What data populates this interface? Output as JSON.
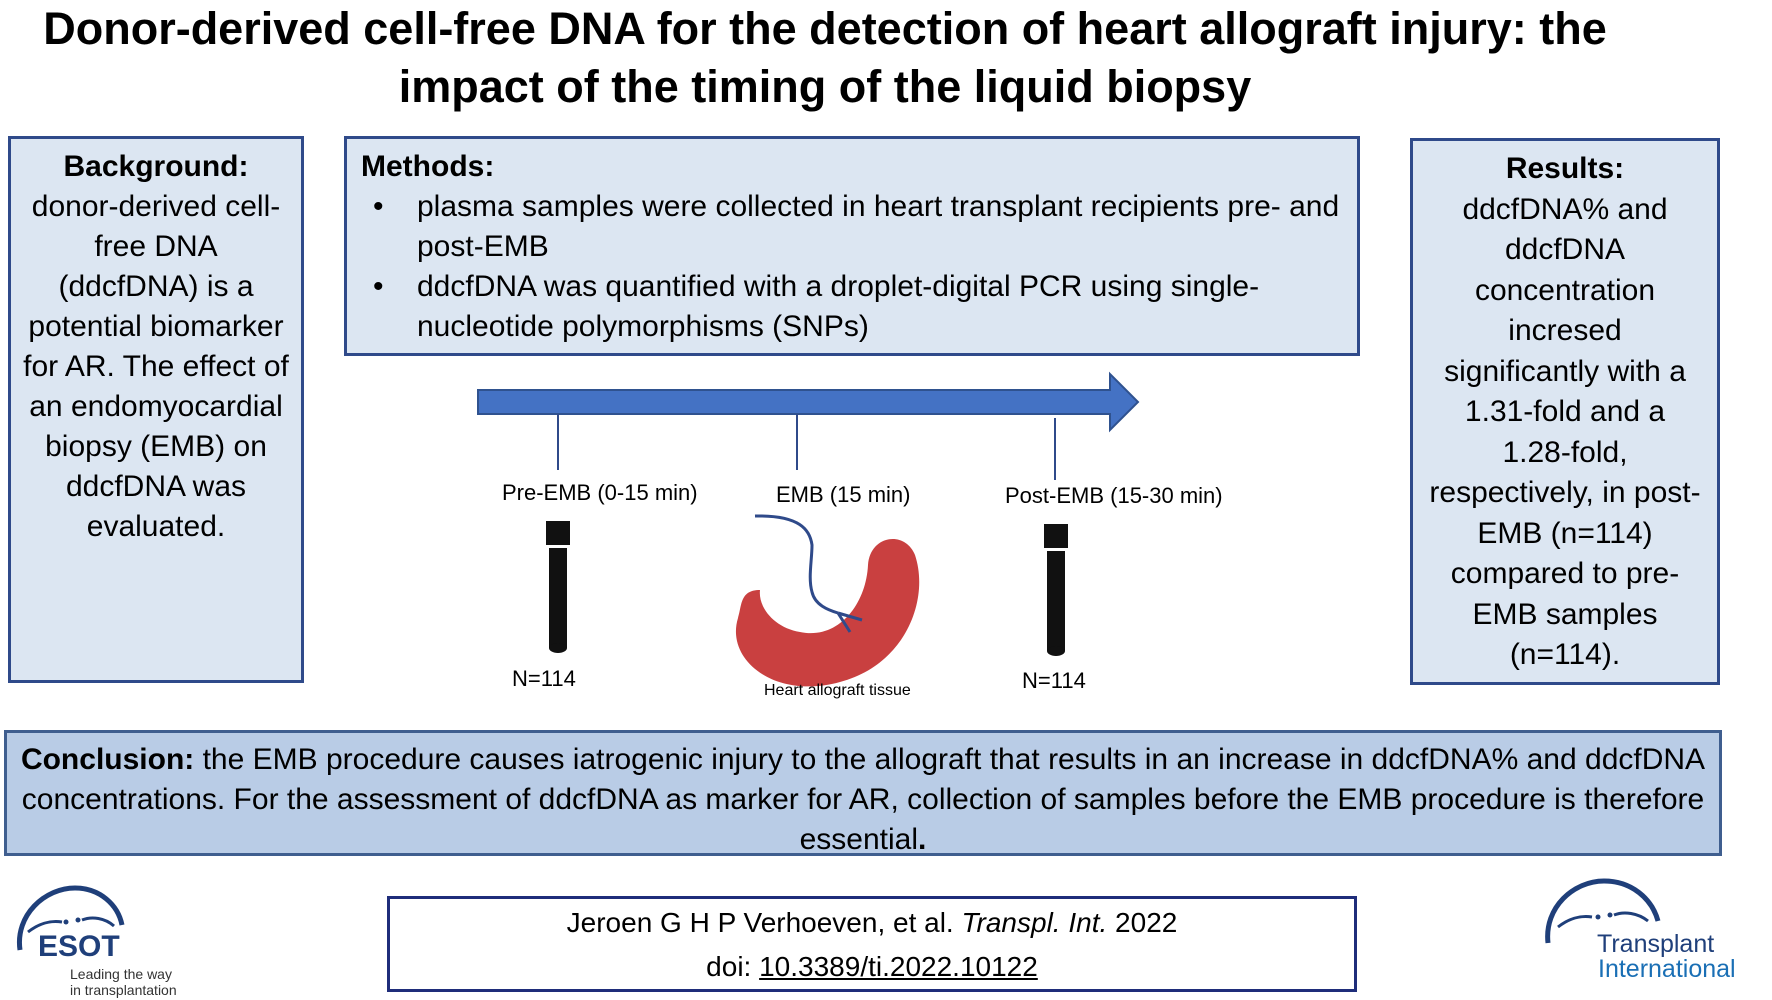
{
  "title": "Donor-derived cell-free DNA for the detection of heart allograft injury: the impact of the timing of the liquid biopsy",
  "background": {
    "heading": "Background:",
    "text": "donor-derived cell-free DNA (ddcfDNA) is a potential biomarker for AR. The effect of an endomyocardial biopsy (EMB) on ddcfDNA was evaluated."
  },
  "methods": {
    "heading": "Methods:",
    "items": [
      "plasma samples were collected in heart transplant recipients pre- and post-EMB",
      "ddcfDNA was quantified with a droplet-digital PCR using single-nucleotide polymorphisms (SNPs)"
    ]
  },
  "timeline": {
    "pre_label": "Pre-EMB (0-15 min)",
    "emb_label": "EMB  (15 min)",
    "post_label": "Post-EMB (15-30 min)",
    "pre_n": "N=114",
    "post_n": "N=114",
    "tissue_label": "Heart allograft tissue"
  },
  "results": {
    "heading": "Results:",
    "text": "ddcfDNA% and ddcfDNA concentration incresed significantly with a 1.31-fold and a 1.28-fold, respectively, in post-EMB (n=114) compared to pre-EMB samples (n=114)."
  },
  "conclusion": {
    "heading": "Conclusion:",
    "text": " the EMB procedure causes iatrogenic injury to the allograft that results in an increase in ddcfDNA% and ddcfDNA concentrations. For the assessment of ddcfDNA as marker for AR, collection of samples before the EMB procedure is therefore essential",
    "end": "."
  },
  "citation": {
    "authors": "Jeroen G H P Verhoeven, et al. ",
    "journal": "Transpl. Int.",
    "year": " 2022",
    "doi_prefix": "doi: ",
    "doi": "10.3389/ti.2022.10122"
  },
  "logos": {
    "esot_name": "ESOT",
    "esot_tag1": "Leading the way",
    "esot_tag2": "in transplantation",
    "ti_line1": "Transplant",
    "ti_line2": "International"
  },
  "colors": {
    "box_fill": "#dce6f2",
    "box_border": "#2f4a8a",
    "conclusion_fill": "#b9cce6",
    "arrow": "#4472c4",
    "tissue": "#c94040",
    "catheter": "#2f4a8a"
  }
}
